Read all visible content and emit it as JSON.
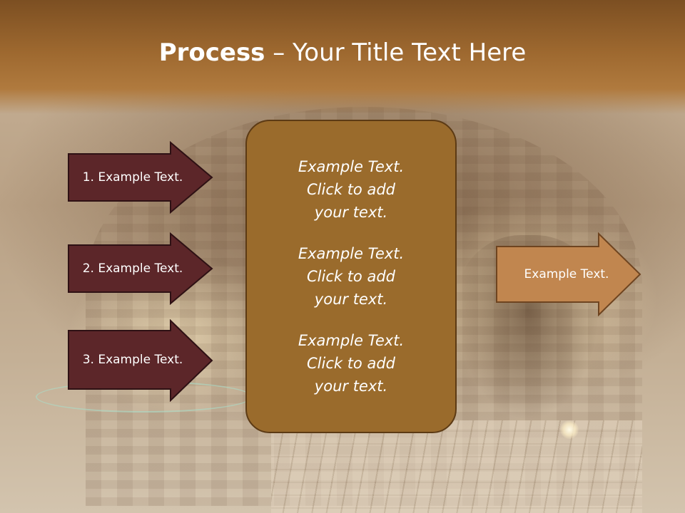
{
  "title": {
    "bold": "Process",
    "rest": " – Your Title Text Here"
  },
  "left_arrows": [
    {
      "label": "1. Example Text."
    },
    {
      "label": "2. Example Text."
    },
    {
      "label": "3. Example Text."
    }
  ],
  "center_box": {
    "paragraphs": [
      "Example Text.\nClick  to add\nyour text.",
      "Example Text.\nClick  to add\nyour text.",
      "Example Text.\nClick  to add\nyour text."
    ]
  },
  "right_arrow": {
    "label": "Example Text."
  },
  "colors": {
    "left_arrow_fill": "#5c2629",
    "center_fill": "#9a6b2c",
    "right_arrow_fill": "#c1864f",
    "header": "#9d682f"
  }
}
